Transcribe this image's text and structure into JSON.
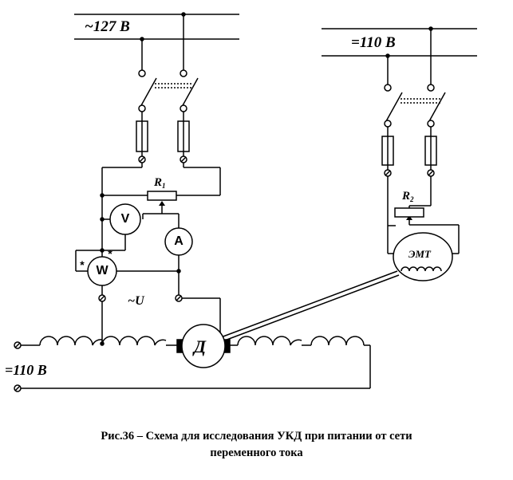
{
  "supply_ac": "~127 В",
  "supply_dc_right": "=110 В",
  "supply_dc_left": "=110 В",
  "resistor_r1": {
    "name": "R",
    "sub": "1"
  },
  "resistor_r2": {
    "name": "R",
    "sub": "2"
  },
  "voltmeter": "V",
  "ammeter": "A",
  "wattmeter": "W",
  "wattmeter_marks": [
    "*",
    "*"
  ],
  "emt": "ЭМТ",
  "motor": "Д",
  "voltage_u": "~U",
  "caption": {
    "line1": "Рис.36 – Схема для исследования УКД при питании от сети",
    "line2": "переменного тока"
  }
}
